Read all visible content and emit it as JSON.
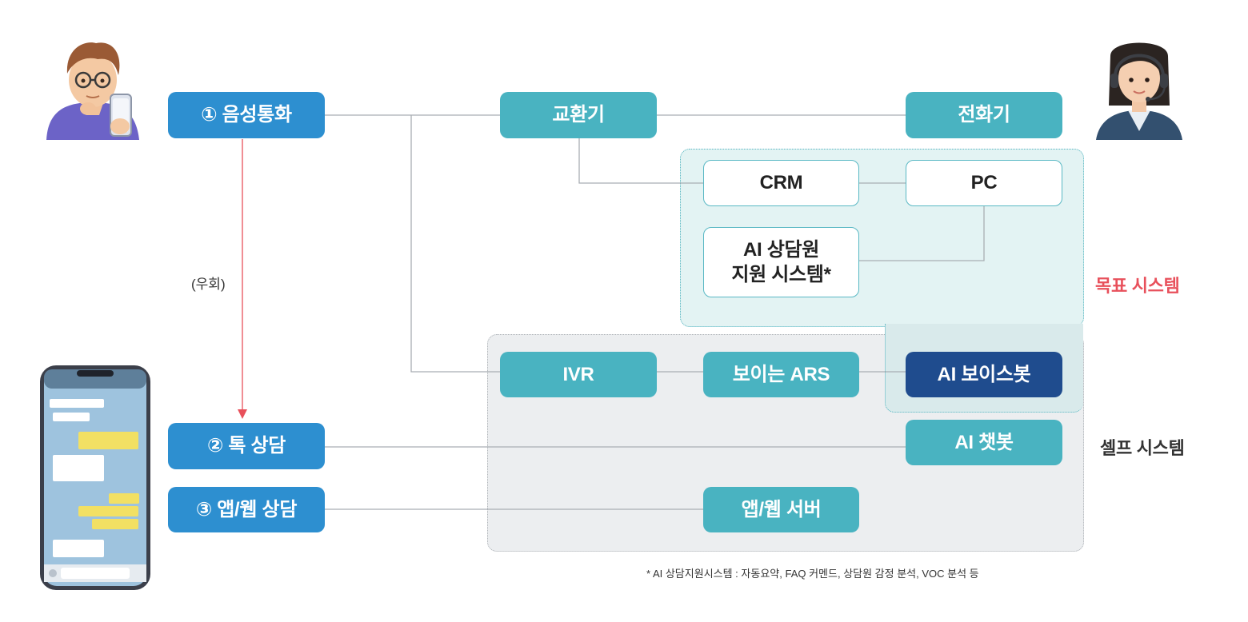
{
  "channels": {
    "voice": "① 음성통화",
    "talk": "② 톡 상담",
    "app_web": "③ 앱/웹 상담"
  },
  "detour_label": "(우회)",
  "nodes": {
    "exchange": "교환기",
    "telephone": "전화기",
    "crm": "CRM",
    "pc": "PC",
    "ai_assist_line1": "AI 상담원",
    "ai_assist_line2": "지원 시스템*",
    "ivr": "IVR",
    "visible_ars": "보이는 ARS",
    "ai_voicebot": "AI 보이스봇",
    "ai_chatbot": "AI 챗봇",
    "app_web_server": "앱/웹 서버"
  },
  "zones": {
    "goal": {
      "label": "목표 시스템",
      "color": "#e8505b"
    },
    "self": {
      "label": "셀프 시스템",
      "color": "#333333"
    }
  },
  "footnote": "* AI 상담지원시스템 : 자동요약, FAQ 커멘드, 상담원 감정 분석, VOC 분석 등",
  "colors": {
    "channel_blue": "#2d8fd0",
    "node_teal": "#49b3c1",
    "voicebot_navy": "#1f4c8e",
    "detour_arrow": "#e8505b"
  },
  "icons": {
    "customer": "customer-avatar-icon",
    "agent": "agent-headset-avatar-icon",
    "smartphone": "smartphone-chat-icon"
  }
}
